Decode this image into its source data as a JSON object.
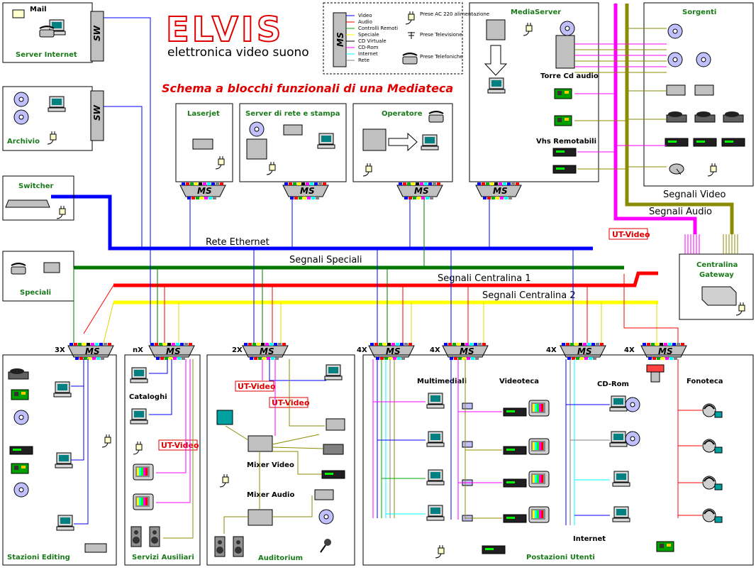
{
  "logo": {
    "brand": "ELVIS",
    "tagline": "elettronica video suono"
  },
  "title": "Schema a blocchi funzionali di una Mediateca",
  "legend": {
    "device_label": "MS",
    "signals": [
      "Video",
      "Audio",
      "Controlli Remoti",
      "Speciale",
      "CD Virtuale",
      "CD-Rom",
      "Internet",
      "Rete"
    ],
    "power": "Prese AC 220 alimentazione",
    "tv": "Prese Televisione",
    "phone": "Prese Telefoniche"
  },
  "blocks": {
    "mail": "Mail",
    "server_internet": "Server Internet",
    "archivio": "Archivio",
    "switcher": "Switcher",
    "speciali": "Speciali",
    "laserjet": "Laserjet",
    "server_rete": "Server di  rete e stampa",
    "operatore": "Operatore",
    "mediaserver": "MediaServer",
    "torre": "Torre Cd audio",
    "vhs": "Vhs Remotabili",
    "sorgenti": "Sorgenti",
    "centralina": "Centralina",
    "gateway": "Gateway",
    "stazioni_editing": "Stazioni Editing",
    "cataloghi": "Cataloghi",
    "servizi_ausiliari": "Servizi Ausiliari",
    "mixer_video": "Mixer Video",
    "mixer_audio": "Mixer Audio",
    "auditorium": "Auditorium",
    "multimediali": "Multimediali",
    "videoteca": "Videoteca",
    "cdrom": "CD-Rom",
    "fonoteca": "Fonoteca",
    "internet": "Internet",
    "postazioni": "Postazioni Utenti"
  },
  "sw_label": "SW",
  "ut_video": "UT-Video",
  "buses": {
    "ethernet": "Rete Ethernet",
    "speciali": "Segnali Speciali",
    "centralina1": "Segnali Centralina 1",
    "centralina2": "Segnali Centralina 2",
    "video": "Segnali Video",
    "audio": "Segnali Audio"
  },
  "multipliers": {
    "x3": "3X",
    "xn": "nX",
    "x2": "2X",
    "x4a": "4X",
    "x4b": "4X",
    "x4c": "4X",
    "x4d": "4X"
  },
  "colors": {
    "ethernet": "#0000ff",
    "speciali": "#007700",
    "centralina1": "#ff0000",
    "centralina2": "#ffff00",
    "video": "#ff00ff",
    "audio": "#8b8b00",
    "label_green": "#1a7a1a",
    "title_red": "#e00000"
  }
}
